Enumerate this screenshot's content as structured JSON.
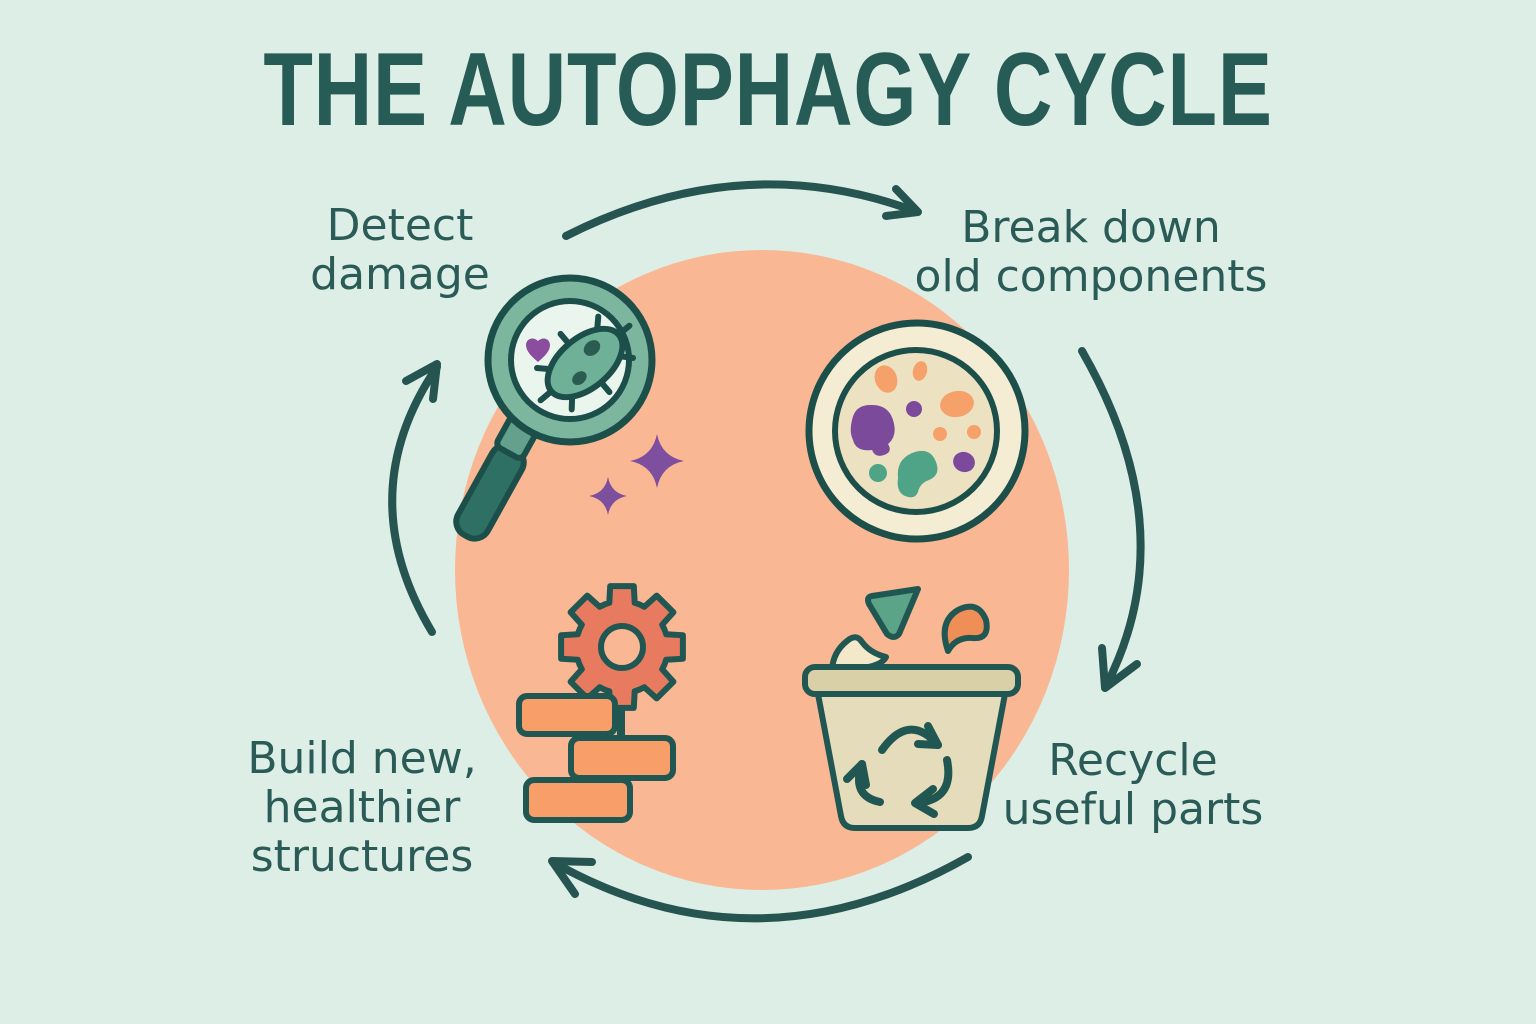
{
  "title": "THE AUTOPHAGY CYCLE",
  "stages": [
    {
      "label": "Detect\ndamage",
      "icon": "magnifier-bacteria-icon",
      "position": "top-left"
    },
    {
      "label": "Break down\nold components",
      "icon": "petri-dish-icon",
      "position": "top-right"
    },
    {
      "label": "Recycle\nuseful parts",
      "icon": "recycle-bin-icon",
      "position": "bottom-right"
    },
    {
      "label": "Build new,\nhealthier\nstructures",
      "icon": "gear-bricks-icon",
      "position": "bottom-left"
    }
  ],
  "arrows": [
    {
      "name": "arrow-detect-to-breakdown",
      "direction": "clockwise-top"
    },
    {
      "name": "arrow-breakdown-to-recycle",
      "direction": "clockwise-right"
    },
    {
      "name": "arrow-recycle-to-build",
      "direction": "clockwise-bottom"
    },
    {
      "name": "arrow-build-to-detect",
      "direction": "clockwise-left"
    }
  ],
  "colors": {
    "background": "#ddeee6",
    "cycle_circle": "#f9b794",
    "ink_outline": "#265551",
    "text": "#2b5b56",
    "title": "#275b55",
    "purple_accent": "#7d4f9e",
    "magnifier_ring": "#7db69f",
    "magnifier_lens": "#eaf5ee",
    "magnifier_handle": "#2e7164",
    "bacteria": "#6fb098",
    "petri_outer": "#f4edd3",
    "petri_inner": "#ece2c2",
    "blob_orange": "#f5a169",
    "blob_green": "#4fa487",
    "blob_purple": "#7b4a9b",
    "gear": "#e87a5f",
    "brick": "#f89e68",
    "bin_body": "#e4dcba",
    "bin_rim": "#d9d0a8",
    "shard_green": "#5ba487",
    "shard_orange": "#ef8e57",
    "shard_cream": "#f3e9ca"
  }
}
